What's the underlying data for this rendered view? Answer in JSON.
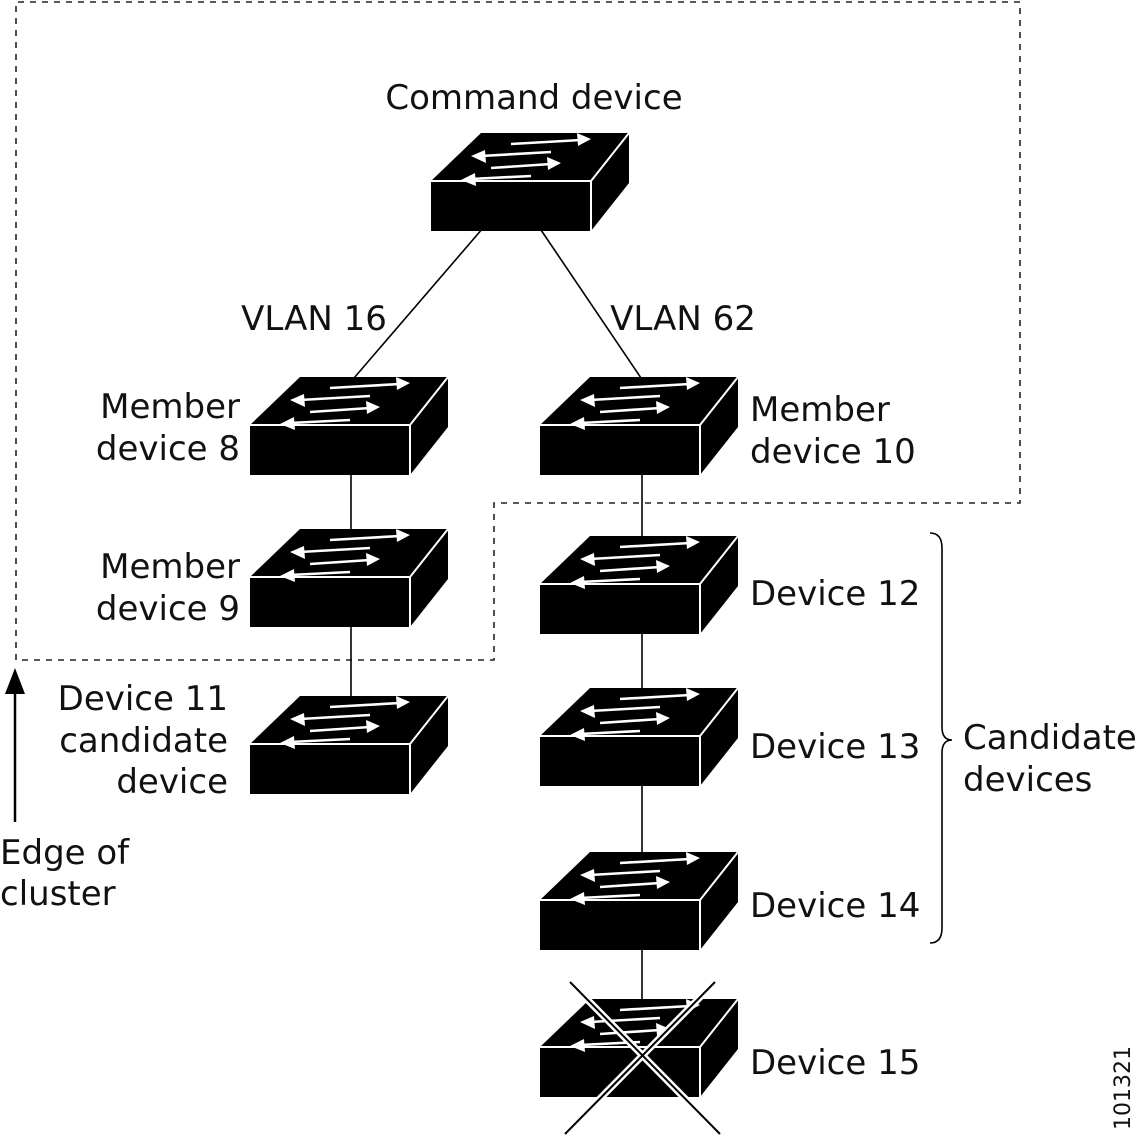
{
  "labels": {
    "command": "Command device",
    "vlan16": "VLAN 16",
    "vlan62": "VLAN 62",
    "member8_l1": "Member",
    "member8_l2": "device 8",
    "member9_l1": "Member",
    "member9_l2": "device 9",
    "member10_l1": "Member",
    "member10_l2": "device 10",
    "dev11_l1": "Device 11",
    "dev11_l2": "candidate",
    "dev11_l3": "device",
    "dev12": "Device 12",
    "dev13": "Device 13",
    "dev14": "Device 14",
    "dev15": "Device 15",
    "candidate_l1": "Candidate",
    "candidate_l2": "devices",
    "edge_l1": "Edge of",
    "edge_l2": "cluster",
    "figure_number": "101321"
  },
  "devices": [
    {
      "id": "command-device",
      "role": "command"
    },
    {
      "id": "member-device-8",
      "role": "member",
      "vlan": "VLAN 16"
    },
    {
      "id": "member-device-9",
      "role": "member"
    },
    {
      "id": "member-device-10",
      "role": "member",
      "vlan": "VLAN 62"
    },
    {
      "id": "device-11",
      "role": "candidate"
    },
    {
      "id": "device-12",
      "role": "candidate"
    },
    {
      "id": "device-13",
      "role": "candidate"
    },
    {
      "id": "device-14",
      "role": "candidate"
    },
    {
      "id": "device-15",
      "role": "unavailable"
    }
  ],
  "links": [
    [
      "command-device",
      "member-device-8"
    ],
    [
      "command-device",
      "member-device-10"
    ],
    [
      "member-device-8",
      "member-device-9"
    ],
    [
      "member-device-9",
      "device-11"
    ],
    [
      "member-device-10",
      "device-12"
    ],
    [
      "device-12",
      "device-13"
    ],
    [
      "device-13",
      "device-14"
    ],
    [
      "device-14",
      "device-15"
    ]
  ]
}
